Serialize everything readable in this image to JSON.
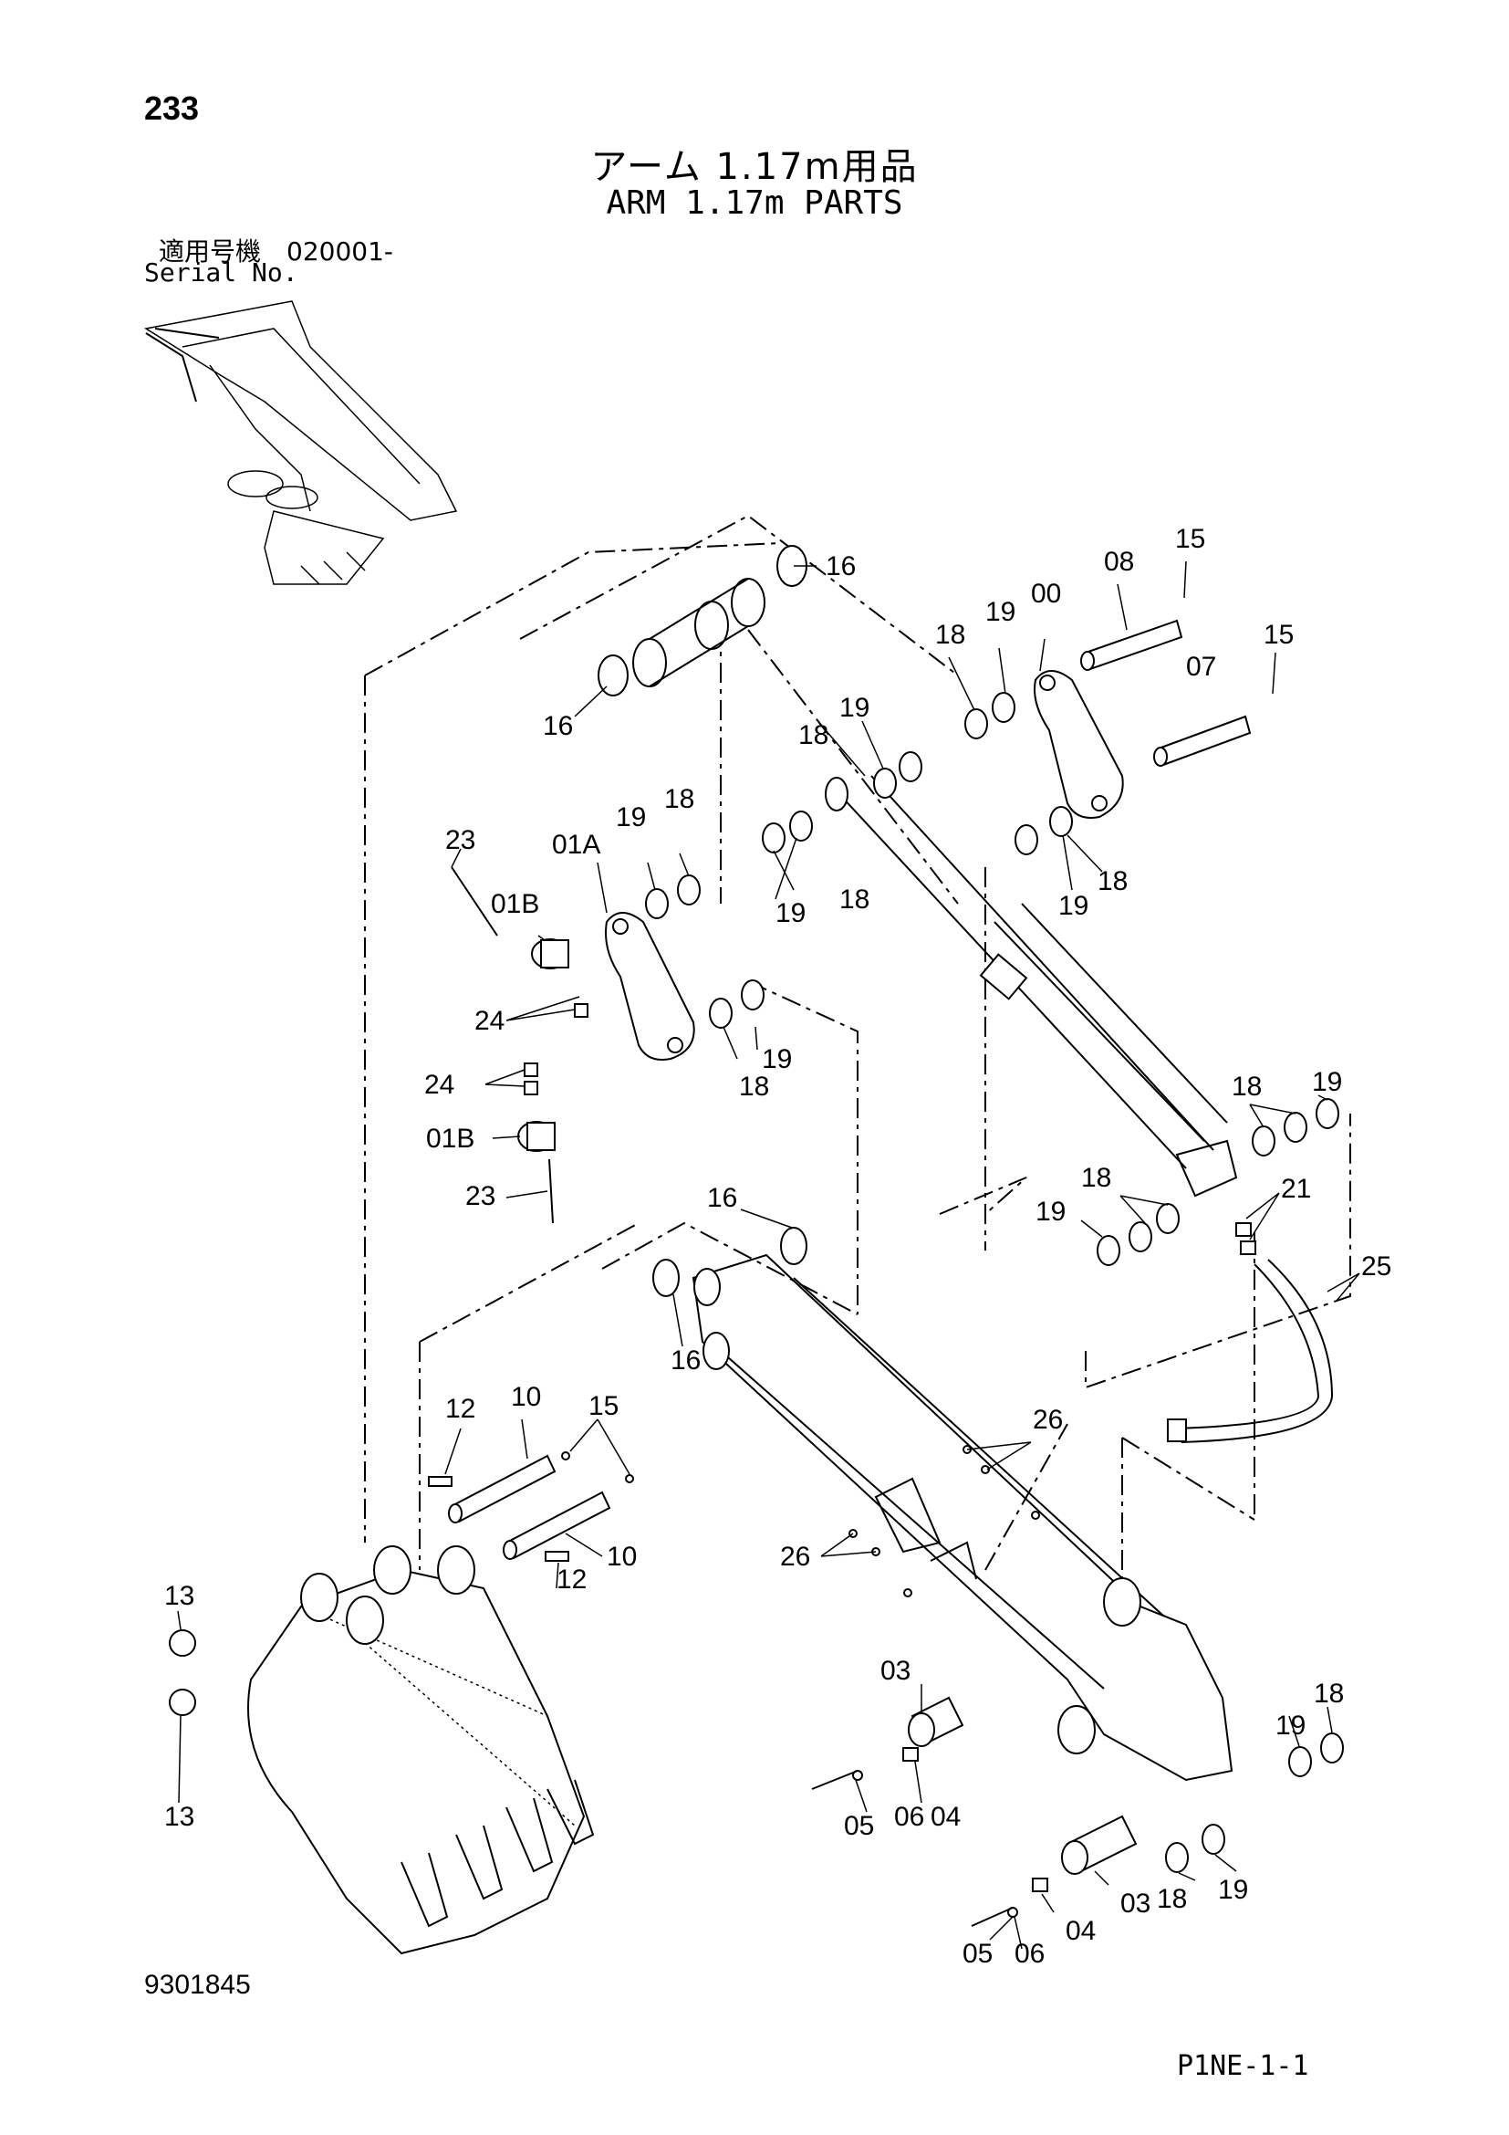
{
  "header": {
    "page_number": "233",
    "title_jp": "アーム 1.17m用品",
    "title_en": "ARM 1.17m PARTS",
    "serial_label_jp": "適用号機　020001-",
    "serial_label_en": "Serial No."
  },
  "footer": {
    "doc_number": "9301845",
    "page_code": "P1NE-1-1"
  },
  "part_labels": [
    {
      "id": "l16a",
      "text": "16"
    },
    {
      "id": "l16b",
      "text": "16"
    },
    {
      "id": "l16c",
      "text": "16"
    },
    {
      "id": "l16d",
      "text": "16"
    },
    {
      "id": "l15a",
      "text": "15"
    },
    {
      "id": "l15b",
      "text": "15"
    },
    {
      "id": "l15c",
      "text": "15"
    },
    {
      "id": "l08",
      "text": "08"
    },
    {
      "id": "l07",
      "text": "07"
    },
    {
      "id": "l00",
      "text": "00"
    },
    {
      "id": "l19a",
      "text": "19"
    },
    {
      "id": "l18a",
      "text": "18"
    },
    {
      "id": "l19b",
      "text": "19"
    },
    {
      "id": "l18b",
      "text": "18"
    },
    {
      "id": "l19c",
      "text": "19"
    },
    {
      "id": "l18c",
      "text": "18"
    },
    {
      "id": "l19d",
      "text": "19"
    },
    {
      "id": "l18d",
      "text": "18"
    },
    {
      "id": "l19e",
      "text": "19"
    },
    {
      "id": "l18e",
      "text": "18"
    },
    {
      "id": "l19f",
      "text": "19"
    },
    {
      "id": "l18f",
      "text": "18"
    },
    {
      "id": "l19g",
      "text": "19"
    },
    {
      "id": "l18g",
      "text": "18"
    },
    {
      "id": "l19h",
      "text": "19"
    },
    {
      "id": "l18h",
      "text": "18"
    },
    {
      "id": "l19i",
      "text": "19"
    },
    {
      "id": "l18i",
      "text": "18"
    },
    {
      "id": "l19j",
      "text": "19"
    },
    {
      "id": "l18j",
      "text": "18"
    },
    {
      "id": "l23a",
      "text": "23"
    },
    {
      "id": "l23b",
      "text": "23"
    },
    {
      "id": "l01A",
      "text": "01A"
    },
    {
      "id": "l01Ba",
      "text": "01B"
    },
    {
      "id": "l01Bb",
      "text": "01B"
    },
    {
      "id": "l24a",
      "text": "24"
    },
    {
      "id": "l24b",
      "text": "24"
    },
    {
      "id": "l21",
      "text": "21"
    },
    {
      "id": "l25",
      "text": "25"
    },
    {
      "id": "l12a",
      "text": "12"
    },
    {
      "id": "l12b",
      "text": "12"
    },
    {
      "id": "l10a",
      "text": "10"
    },
    {
      "id": "l10b",
      "text": "10"
    },
    {
      "id": "l13a",
      "text": "13"
    },
    {
      "id": "l13b",
      "text": "13"
    },
    {
      "id": "l26a",
      "text": "26"
    },
    {
      "id": "l26b",
      "text": "26"
    },
    {
      "id": "l03a",
      "text": "03"
    },
    {
      "id": "l03b",
      "text": "03"
    },
    {
      "id": "l04a",
      "text": "04"
    },
    {
      "id": "l04b",
      "text": "04"
    },
    {
      "id": "l05a",
      "text": "05"
    },
    {
      "id": "l05b",
      "text": "05"
    },
    {
      "id": "l06a",
      "text": "06"
    },
    {
      "id": "l06b",
      "text": "06"
    }
  ]
}
